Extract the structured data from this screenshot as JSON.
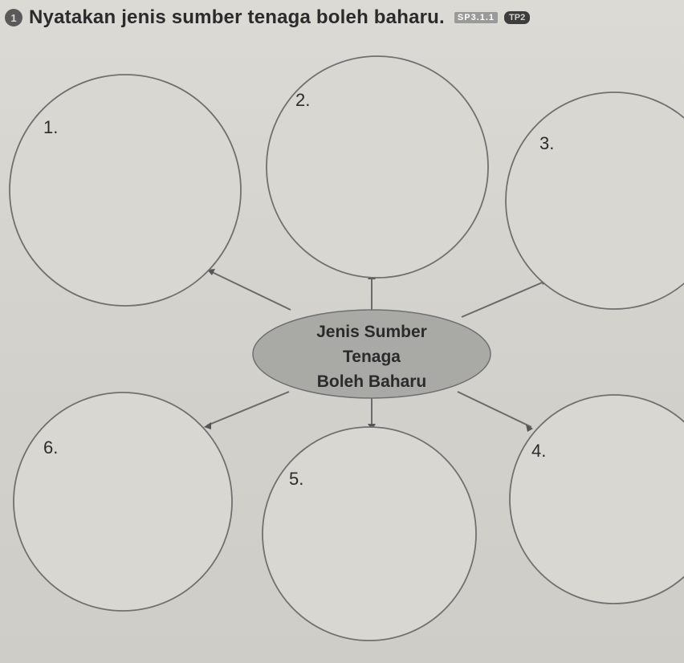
{
  "question": {
    "number": "1",
    "text": "Nyatakan jenis sumber tenaga boleh baharu.",
    "sp_tag": "SP3.1.1",
    "tp_tag": "TP2"
  },
  "center": {
    "line1": "Jenis Sumber",
    "line2": "Tenaga",
    "line3": "Boleh Baharu"
  },
  "answer_circles": [
    {
      "label": "1."
    },
    {
      "label": "2."
    },
    {
      "label": "3."
    },
    {
      "label": "4."
    },
    {
      "label": "5."
    },
    {
      "label": "6."
    }
  ],
  "colors": {
    "paper": "#d6d4ce",
    "ellipse_fill": "#a9a9a6",
    "line": "#6a6a6a"
  }
}
